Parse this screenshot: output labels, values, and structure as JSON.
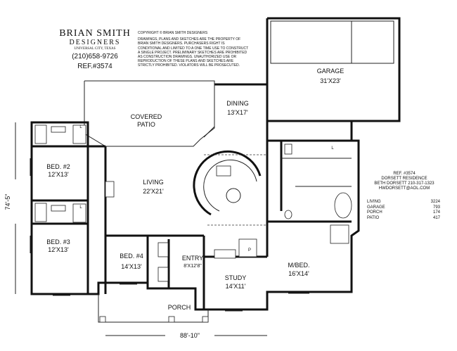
{
  "designer": {
    "name": "BRIAN SMITH",
    "subtitle": "DESIGNERS",
    "city": "UNIVERSAL CITY, TEXAS",
    "phone": "(210)658-9726",
    "ref": "REF.#3574"
  },
  "copyright": {
    "heading": "COPYRIGHT ©                BRIAN SMITH DESIGNERS",
    "body": "DRAWINGS, PLANS AND SKETCHES ARE THE PROPERTY OF BRIAN SMITH DESIGNERS. PURCHASERS RIGHT IS CONDITIONAL AND LIMITED TO A ONE TIME USE TO CONSTRUCT A SINGLE PROJECT. PRELIMINARY SKETCHES ARE PROHIBITED AS CONSTRUCTION DRAWINGS. UNAUTHORIZED USE OR REPRODUCTION OF THESE PLANS AND SKETCHES ARE STRICTLY PROHIBITED. VIOLATORS WILL BE PROSECUTED."
  },
  "rooms": {
    "garage": {
      "name": "GARAGE",
      "size": "31'X23'"
    },
    "dining": {
      "name": "DINING",
      "size": "13'X17'"
    },
    "covered_patio": {
      "name": "COVERED",
      "name2": "PATIO"
    },
    "bed2": {
      "name": "BED. #2",
      "size": "12'X13'"
    },
    "bed3": {
      "name": "BED. #3",
      "size": "12'X13'"
    },
    "bed4": {
      "name": "BED. #4",
      "size": "14'X13'"
    },
    "living": {
      "name": "LIVING",
      "size": "22'X21'"
    },
    "entry": {
      "name": "ENTRY",
      "size": "8'X12'8\""
    },
    "study": {
      "name": "STUDY",
      "size": "14'X11'"
    },
    "master": {
      "name": "M/BED.",
      "size": "16'X14'"
    },
    "porch": {
      "name": "PORCH"
    }
  },
  "dimensions": {
    "width": "88'-10\"",
    "depth": "74'-5\""
  },
  "info": {
    "ref": "REF. #3574",
    "residence": "DORSETT RESIDENCE",
    "contact": "BETH DORSETT  210-317-1323",
    "email": "HWDORSETT@AOL.COM"
  },
  "areas": [
    {
      "label": "LIVING",
      "value": "3224"
    },
    {
      "label": "GARAGE",
      "value": "793"
    },
    {
      "label": "PORCH",
      "value": "174"
    },
    {
      "label": "PATIO",
      "value": "417"
    }
  ],
  "fixture_labels": {
    "l": "L",
    "p": "P"
  }
}
